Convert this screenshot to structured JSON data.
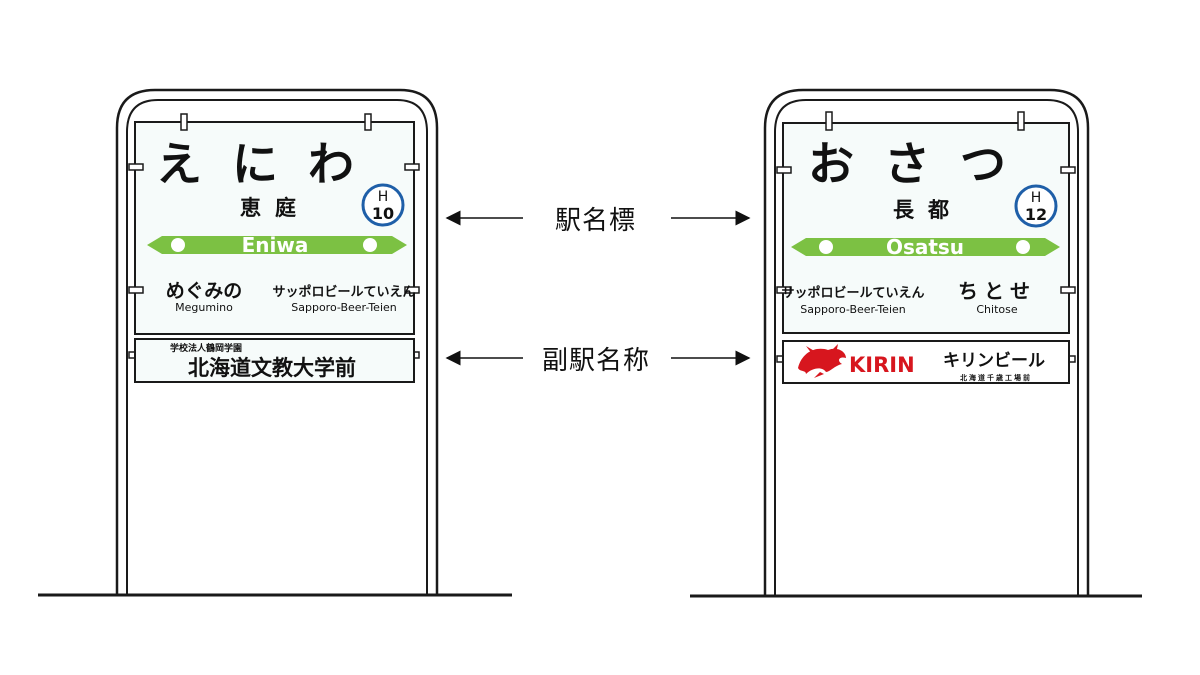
{
  "callouts": {
    "station_name_sign": "駅名標",
    "sub_station_name": "副駅名称"
  },
  "signs": [
    {
      "id": "eniwa",
      "name_hiragana": "えにわ",
      "name_kanji": "恵庭",
      "station_number_line": "H",
      "station_number_no": "10",
      "name_romaji": "Eniwa",
      "prev_station_kana": "めぐみの",
      "prev_station_romaji": "Megumino",
      "next_station_kana": "サッポロビールていえん",
      "next_station_romaji": "Sapporo-Beer-Teien",
      "sub_name_small": "学校法人鶴岡学園",
      "sub_name_main": "北海道文教大学前"
    },
    {
      "id": "osatsu",
      "name_hiragana": "おさつ",
      "name_kanji": "長都",
      "station_number_line": "H",
      "station_number_no": "12",
      "name_romaji": "Osatsu",
      "prev_station_kana": "サッポロビールていえん",
      "prev_station_romaji": "Sapporo-Beer-Teien",
      "next_station_kana": "ちとせ",
      "next_station_romaji": "Chitose",
      "sub_brand": "KIRIN",
      "sub_brand_kana": "キリンビール",
      "sub_brand_small": "北海道千歳工場前"
    }
  ],
  "colors": {
    "line_green": "#7cc143",
    "number_blue": "#1f5fa8",
    "kirin_red": "#d7161e",
    "panel_bg": "#f6fbfa",
    "outline": "#1a1a1a"
  },
  "icons": [
    "double-arrow-icon",
    "kirin-logo-icon",
    "station-number-badge-icon"
  ]
}
